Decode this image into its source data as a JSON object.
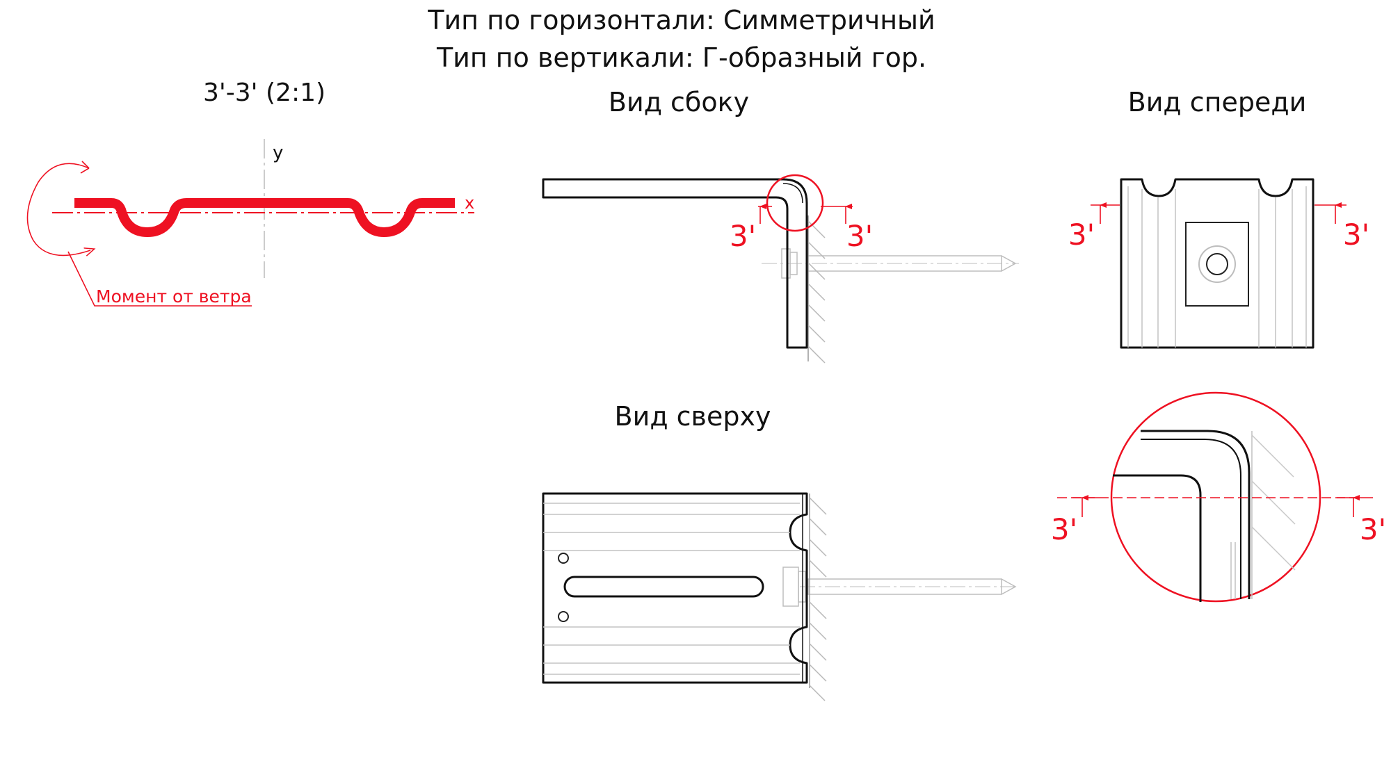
{
  "title": {
    "line1": "Тип по горизонтали: Симметричный",
    "line2": "Тип по вертикали: Г-образный гор."
  },
  "section": {
    "label": "3'-3' (2:1)",
    "axis_x": "x",
    "axis_y": "y",
    "moment_label": "Момент от ветра"
  },
  "views": {
    "side": "Вид сбоку",
    "front": "Вид спереди",
    "top": "Вид сверху"
  },
  "cut_mark": "3'",
  "colors": {
    "accent": "#ee1122",
    "line": "#111111",
    "faint": "#bdbdbd"
  }
}
